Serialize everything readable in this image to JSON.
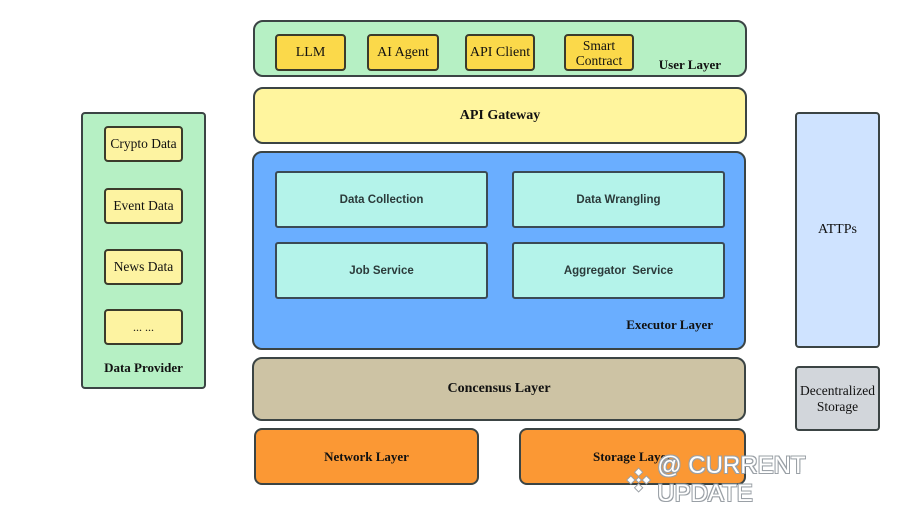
{
  "user_layer": {
    "title": "User Layer",
    "items": [
      "LLM",
      "AI Agent",
      "API Client",
      "Smart Contract"
    ]
  },
  "api_gateway": {
    "title": "API Gateway"
  },
  "executor_layer": {
    "title": "Executor Layer",
    "items": [
      "Data Collection",
      "Data Wrangling",
      "Job Service",
      "Aggregator  Service"
    ]
  },
  "consensus_layer": {
    "title": "Concensus Layer"
  },
  "network_layer": {
    "title": "Network Layer"
  },
  "storage_layer": {
    "title": "Storage Layer"
  },
  "data_provider": {
    "title": "Data Provider",
    "items": [
      "Crypto Data",
      "Event Data",
      "News Data",
      "... ..."
    ]
  },
  "attps": {
    "title": "ATTPs"
  },
  "decentralized_storage": {
    "title": "Decentralized Storage"
  },
  "watermark": {
    "text": "@ CURRENT UPDATE",
    "icon": "binance-diamond-icon"
  },
  "colors": {
    "user_layer": "#b6f0c4",
    "user_item": "#fbd94a",
    "api_gateway": "#fff59e",
    "executor_layer": "#6aaeff",
    "executor_item": "#b4f3ea",
    "consensus_layer": "#cdc3a4",
    "bottom_layers": "#fb9834",
    "data_provider": "#b6f0c4",
    "data_item": "#fdf3a1",
    "attps": "#cfe3ff",
    "decentralized_storage": "#d2d6db"
  }
}
